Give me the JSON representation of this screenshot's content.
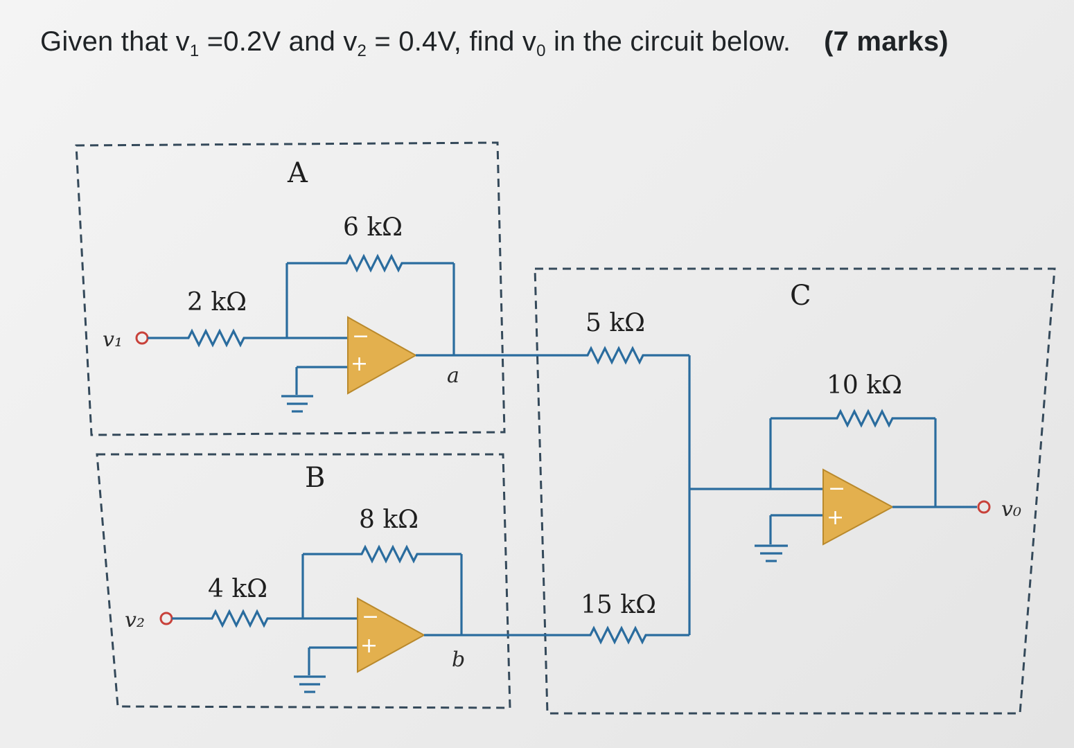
{
  "question": {
    "prefix": "Given that v",
    "v1_sub": "1",
    "v1_value": " =0.2V and v",
    "v2_sub": "2",
    "v2_value": " = 0.4V, find v",
    "vo_sub": "0",
    "suffix": " in the circuit below.",
    "marks": "(7 marks)"
  },
  "circuit": {
    "block_a": {
      "label": "A",
      "rf": "6 kΩ",
      "rin": "2 kΩ",
      "input": "v₁",
      "node": "a"
    },
    "block_b": {
      "label": "B",
      "rf": "8 kΩ",
      "rin": "4 kΩ",
      "input": "v₂",
      "node": "b"
    },
    "block_c": {
      "label": "C",
      "rf": "10 kΩ",
      "r_from_a": "5 kΩ",
      "r_from_b": "15 kΩ",
      "output": "v₀"
    },
    "opamp_minus": "−",
    "opamp_plus": "+"
  },
  "colors": {
    "wire": "#2a6c9e",
    "opamp": "#e3b04e",
    "terminal": "#c8413a"
  }
}
